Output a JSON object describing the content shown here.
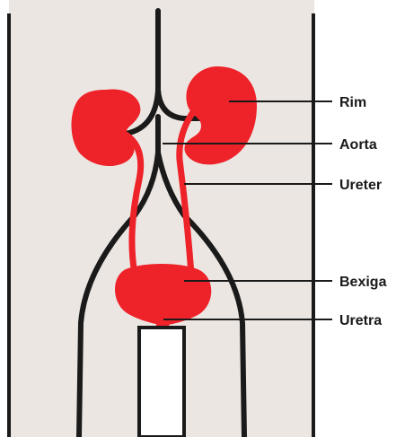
{
  "colors": {
    "background_panel": "#ebe6e2",
    "outline": "#1a1a1a",
    "organ_red": "#ee2229",
    "urethra_tube": "#ffffff"
  },
  "labels": {
    "kidney": "Rim",
    "aorta": "Aorta",
    "ureter": "Ureter",
    "bladder": "Bexiga",
    "urethra": "Uretra"
  }
}
